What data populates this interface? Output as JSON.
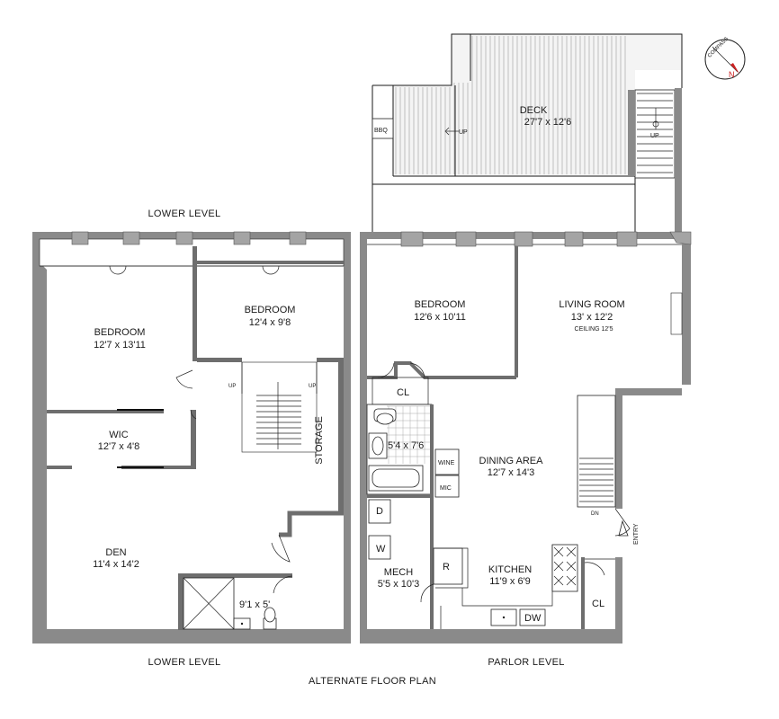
{
  "labels": {
    "lower_level_top": "LOWER LEVEL",
    "lower_level_bottom": "LOWER LEVEL",
    "parlor_level": "PARLOR LEVEL",
    "alternate": "ALTERNATE FLOOR PLAN",
    "compass": "COMPASS",
    "compass_n": "N"
  },
  "lower": {
    "bedroom1": {
      "name": "BEDROOM",
      "dim": "12'7 x 13'11"
    },
    "bedroom2": {
      "name": "BEDROOM",
      "dim": "12'4 x 9'8"
    },
    "wic": {
      "name": "WIC",
      "dim": "12'7 x 4'8"
    },
    "den": {
      "name": "DEN",
      "dim": "11'4 x 14'2"
    },
    "storage": "STORAGE",
    "bath_dim": "9'1 x 5'",
    "up_left": "UP",
    "up_right": "UP"
  },
  "parlor": {
    "deck": {
      "name": "DECK",
      "dim": "27'7 x 12'6"
    },
    "bbq": "BBQ",
    "deck_up_left": "UP",
    "deck_up_right": "UP",
    "bedroom": {
      "name": "BEDROOM",
      "dim": "12'6 x 10'11"
    },
    "living": {
      "name": "LIVING ROOM",
      "dim": "13' x 12'2",
      "ceiling": "CEILING 12'5"
    },
    "cl_top": "CL",
    "bath_dim": "5'4 x 7'6",
    "wine": "WINE",
    "mic": "MIC",
    "dining": {
      "name": "DINING AREA",
      "dim": "12'7 x 14'3"
    },
    "dn": "DN",
    "entry": "ENTRY",
    "d": "D",
    "w": "W",
    "r": "R",
    "mech": {
      "name": "MECH",
      "dim": "5'5 x 10'3"
    },
    "kitchen": {
      "name": "KITCHEN",
      "dim": "11'9 x 6'9"
    },
    "dw": "DW",
    "cl_bottom": "CL"
  }
}
